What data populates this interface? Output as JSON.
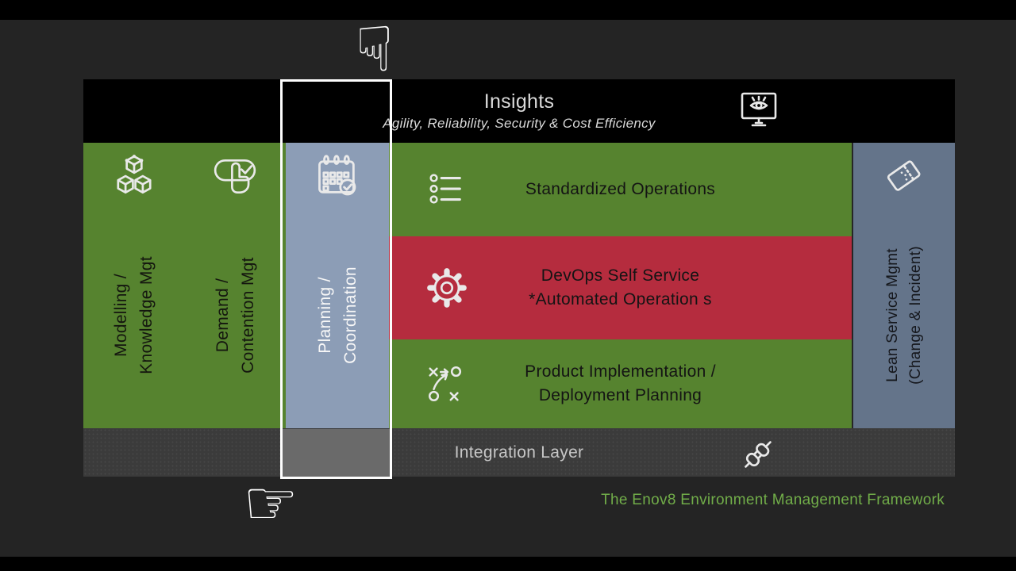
{
  "slide": {
    "caption": "The Enov8 Environment Management Framework"
  },
  "insights": {
    "title": "Insights",
    "subtitle": "Agility, Reliability, Security & Cost Efficiency",
    "icon": "monitor-eye-icon"
  },
  "columns": [
    {
      "line1": "Modelling /",
      "line2": "Knowledge Mgt",
      "icon": "cubes-icon",
      "bg": "#56832F",
      "highlighted": false
    },
    {
      "line1": "Demand /",
      "line2": "Contention Mgt",
      "icon": "press-button-icon",
      "bg": "#56832F",
      "highlighted": false
    },
    {
      "line1": "Planning /",
      "line2": "Coordination",
      "icon": "calendar-check-icon",
      "bg": "#8C9DB6",
      "highlighted": true
    },
    {
      "line1": "Lean Service Mgmt",
      "line2": "(Change & Incident)",
      "icon": "ticket-icon",
      "bg": "#64748A",
      "highlighted": false
    }
  ],
  "rows": [
    {
      "line1": "Standardized Operations",
      "line2": "",
      "icon": "bullet-list-icon",
      "bg": "#56832F"
    },
    {
      "line1": "DevOps Self Service",
      "line2": "*Automated Operation s",
      "icon": "gear-icon",
      "bg": "#B52C3E"
    },
    {
      "line1": "Product Implementation /",
      "line2": "Deployment Planning",
      "icon": "strategy-icon",
      "bg": "#56832F"
    }
  ],
  "integration": {
    "label": "Integration Layer",
    "icon": "plug-icon"
  },
  "pointers": {
    "glyph_down": "☟",
    "glyph_right": "☞"
  },
  "colors": {
    "background": "#242424",
    "header_bg": "#000000",
    "green": "#56832F",
    "red": "#B52C3E",
    "planning_blue": "#8C9DB6",
    "lean_blue": "#64748A",
    "integration_gray": "#3B3B3B",
    "highlight_border": "#FDFDFD",
    "caption_green": "#71AD49",
    "light_text": "#D9D9D9",
    "dark_text": "#141414"
  }
}
